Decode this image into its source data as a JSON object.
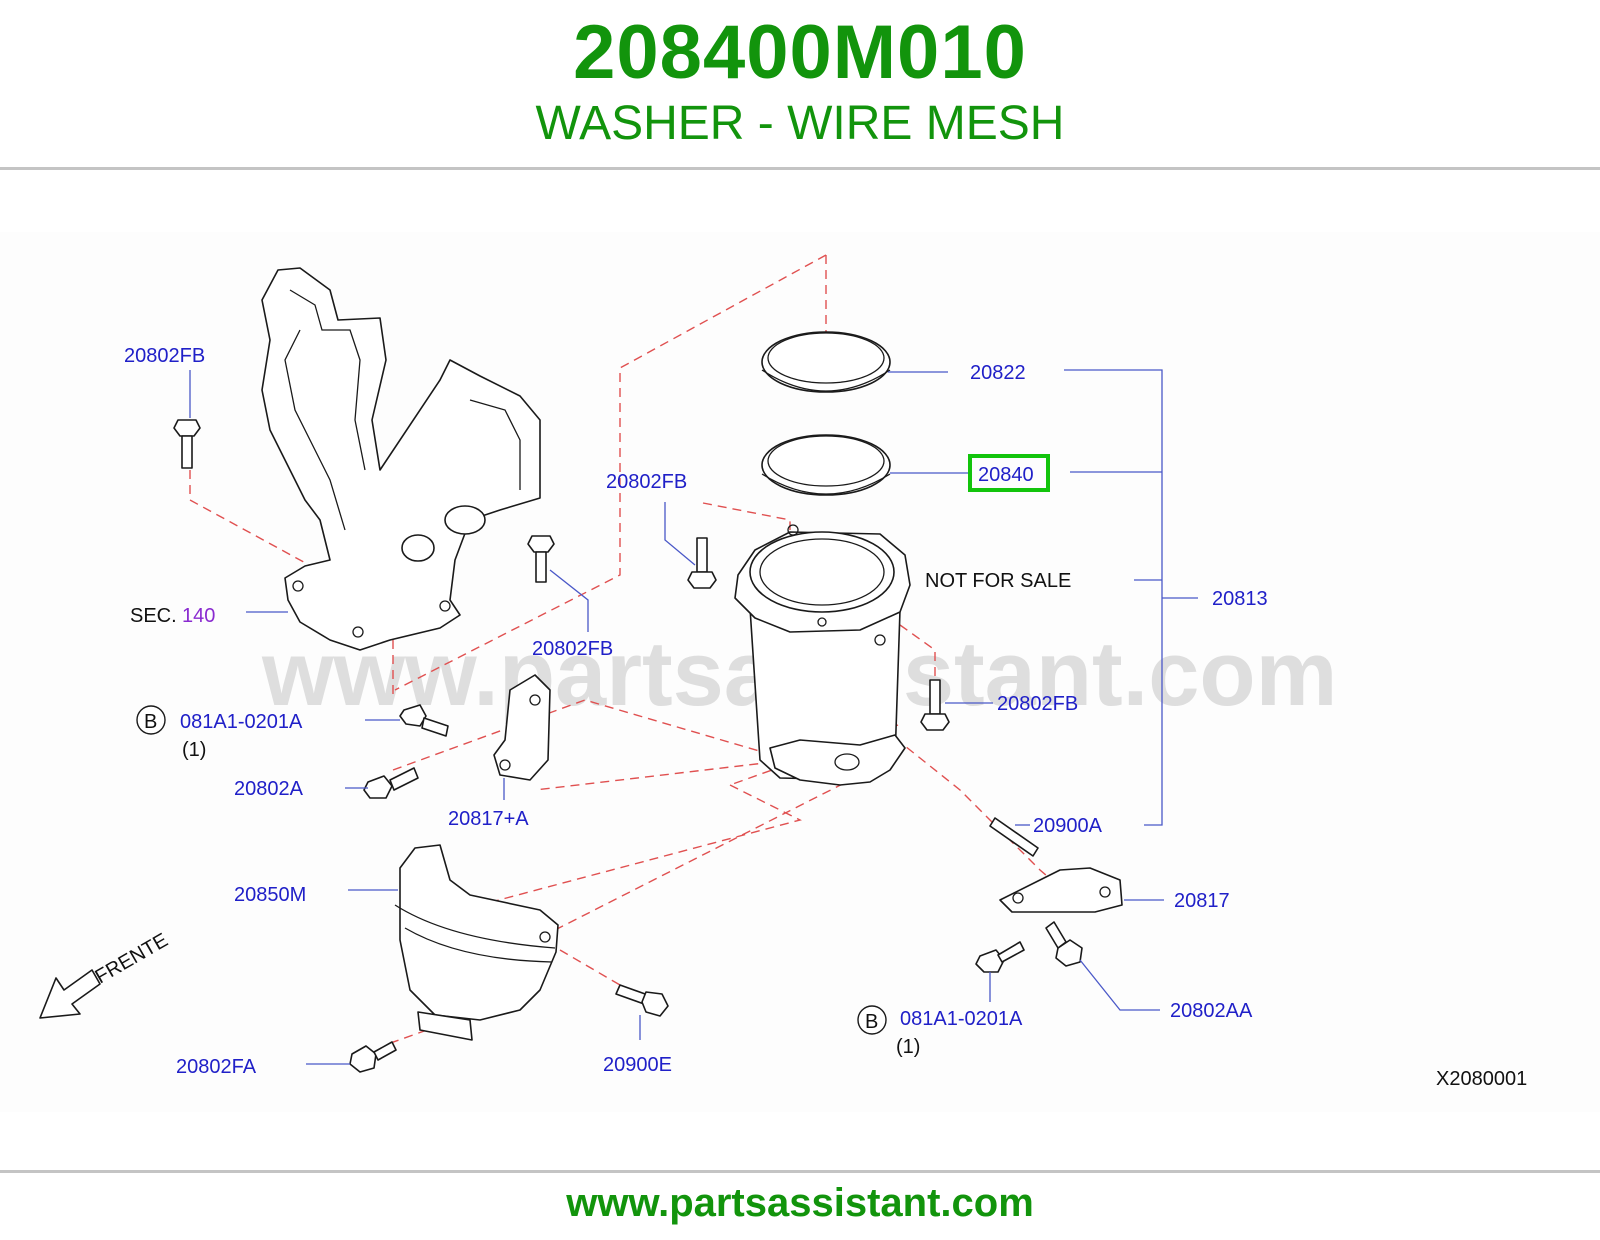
{
  "header": {
    "part_number": "208400M010",
    "part_name": "WASHER - WIRE MESH"
  },
  "diagram": {
    "watermark": "www.partsassistant.com",
    "highlighted_part": "20840",
    "labels": {
      "p20802FB_a": "20802FB",
      "p20802FB_b": "20802FB",
      "p20802FB_c": "20802FB",
      "p20802FB_d": "20802FB",
      "sec_prefix": "SEC.",
      "sec_number": "140",
      "p20822": "20822",
      "p20840": "20840",
      "not_for_sale": "NOT  FOR  SALE",
      "p20813": "20813",
      "b_badge_1": "B",
      "p081A1_1": "081A1-0201A",
      "qty_1": "(1)",
      "p20802A": "20802A",
      "p20817A": "20817+A",
      "p20900A": "20900A",
      "p20850M": "20850M",
      "p20817": "20817",
      "frente": "FRENTE",
      "p20802AA": "20802AA",
      "b_badge_2": "B",
      "p081A1_2": "081A1-0201A",
      "qty_2": "(1)",
      "p20802FA": "20802FA",
      "p20900E": "20900E",
      "diagram_code": "X2080001"
    }
  },
  "footer": {
    "url": "www.partsassistant.com"
  },
  "colors": {
    "brand_green": "#12940c",
    "label_blue": "#2020c8",
    "sec_purple": "#8a2bd0",
    "dash_red": "#e05050",
    "highlight_green": "#12c40c"
  }
}
